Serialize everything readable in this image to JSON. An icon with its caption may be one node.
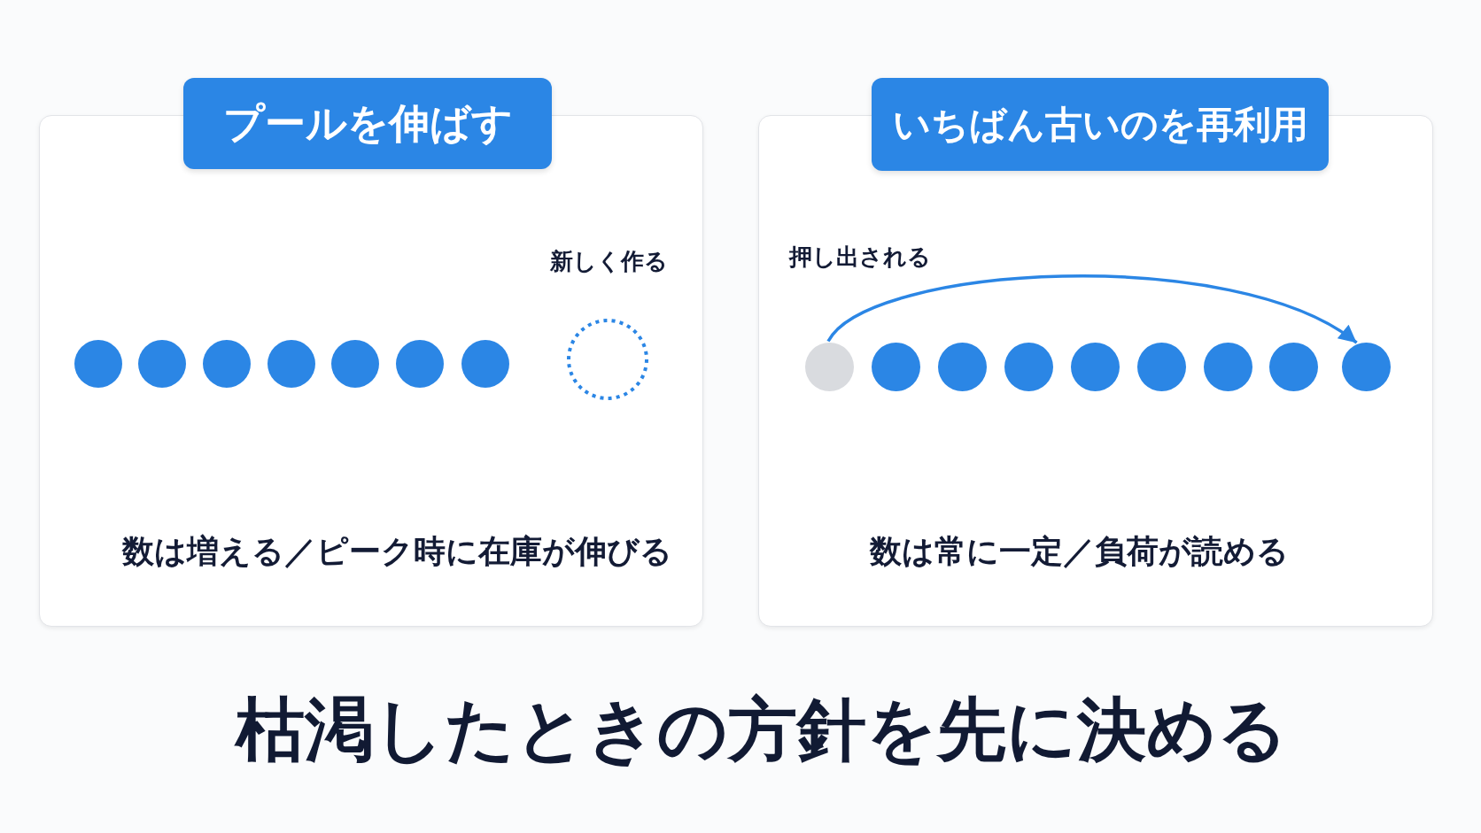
{
  "diagram": {
    "title": "枯渇したときの方針を先に決める",
    "nodes": [
      {
        "text": [
          "プールを伸ばす"
        ]
      },
      {
        "text": [
          "数は増える／ピーク時に在庫が伸びる"
        ]
      },
      {
        "text": [],
        "shape": "circle",
        "in": 1
      },
      {
        "text": [],
        "shape": "circle",
        "in": 1
      },
      {
        "text": [],
        "shape": "circle",
        "in": 1
      },
      {
        "text": [],
        "shape": "circle",
        "in": 1
      },
      {
        "text": [],
        "shape": "circle",
        "in": 1
      },
      {
        "text": [],
        "shape": "circle",
        "in": 1
      },
      {
        "text": [],
        "shape": "circle",
        "in": 1
      },
      {
        "text": [],
        "shape": "circle",
        "in": 1,
        "beside": [
          "新しく作る"
        ]
      },
      {
        "text": [
          "いちばん古いのを再利用"
        ]
      },
      {
        "text": [
          "数は常に一定／負荷が読める"
        ]
      },
      {
        "text": [],
        "shape": "circle",
        "in": 11,
        "beside": [
          "押し出される"
        ]
      },
      {
        "text": [],
        "shape": "circle",
        "in": 11
      },
      {
        "text": [],
        "shape": "circle",
        "in": 11
      },
      {
        "text": [],
        "shape": "circle",
        "in": 11
      },
      {
        "text": [],
        "shape": "circle",
        "in": 11
      },
      {
        "text": [],
        "shape": "circle",
        "in": 11
      },
      {
        "text": [],
        "shape": "circle",
        "in": 11
      },
      {
        "text": [],
        "shape": "circle",
        "in": 11
      },
      {
        "text": [],
        "shape": "circle",
        "in": 11
      }
    ],
    "edges": [
      {
        "from": 12,
        "to": 20,
        "arrow": "to"
      }
    ]
  }
}
